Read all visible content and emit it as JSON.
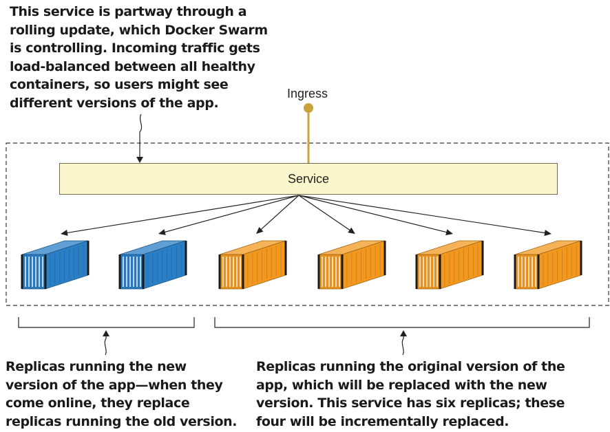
{
  "annotations": {
    "top": [
      "This service is partway through a",
      "rolling update, which Docker Swarm",
      "is controlling. Incoming traffic gets",
      "load-balanced between all healthy",
      "containers, so users might see",
      "different versions of the app."
    ],
    "bottom_left": [
      "Replicas running the new",
      "version of the app—when they",
      "come online, they replace",
      "replicas running the old version."
    ],
    "bottom_right": [
      "Replicas running the original version of the",
      "app, which will be replaced with the new",
      "version. This service has six replicas; these",
      "four will be incrementally replaced."
    ]
  },
  "ingress_label": "Ingress",
  "service_label": "Service",
  "replicas": [
    {
      "version": "new"
    },
    {
      "version": "new"
    },
    {
      "version": "original"
    },
    {
      "version": "original"
    },
    {
      "version": "original"
    },
    {
      "version": "original"
    }
  ],
  "colors": {
    "new_version": "#2a7fc6",
    "original_version": "#f2981f",
    "service_fill": "#fbf6cc",
    "ingress": "#c9a23c"
  }
}
